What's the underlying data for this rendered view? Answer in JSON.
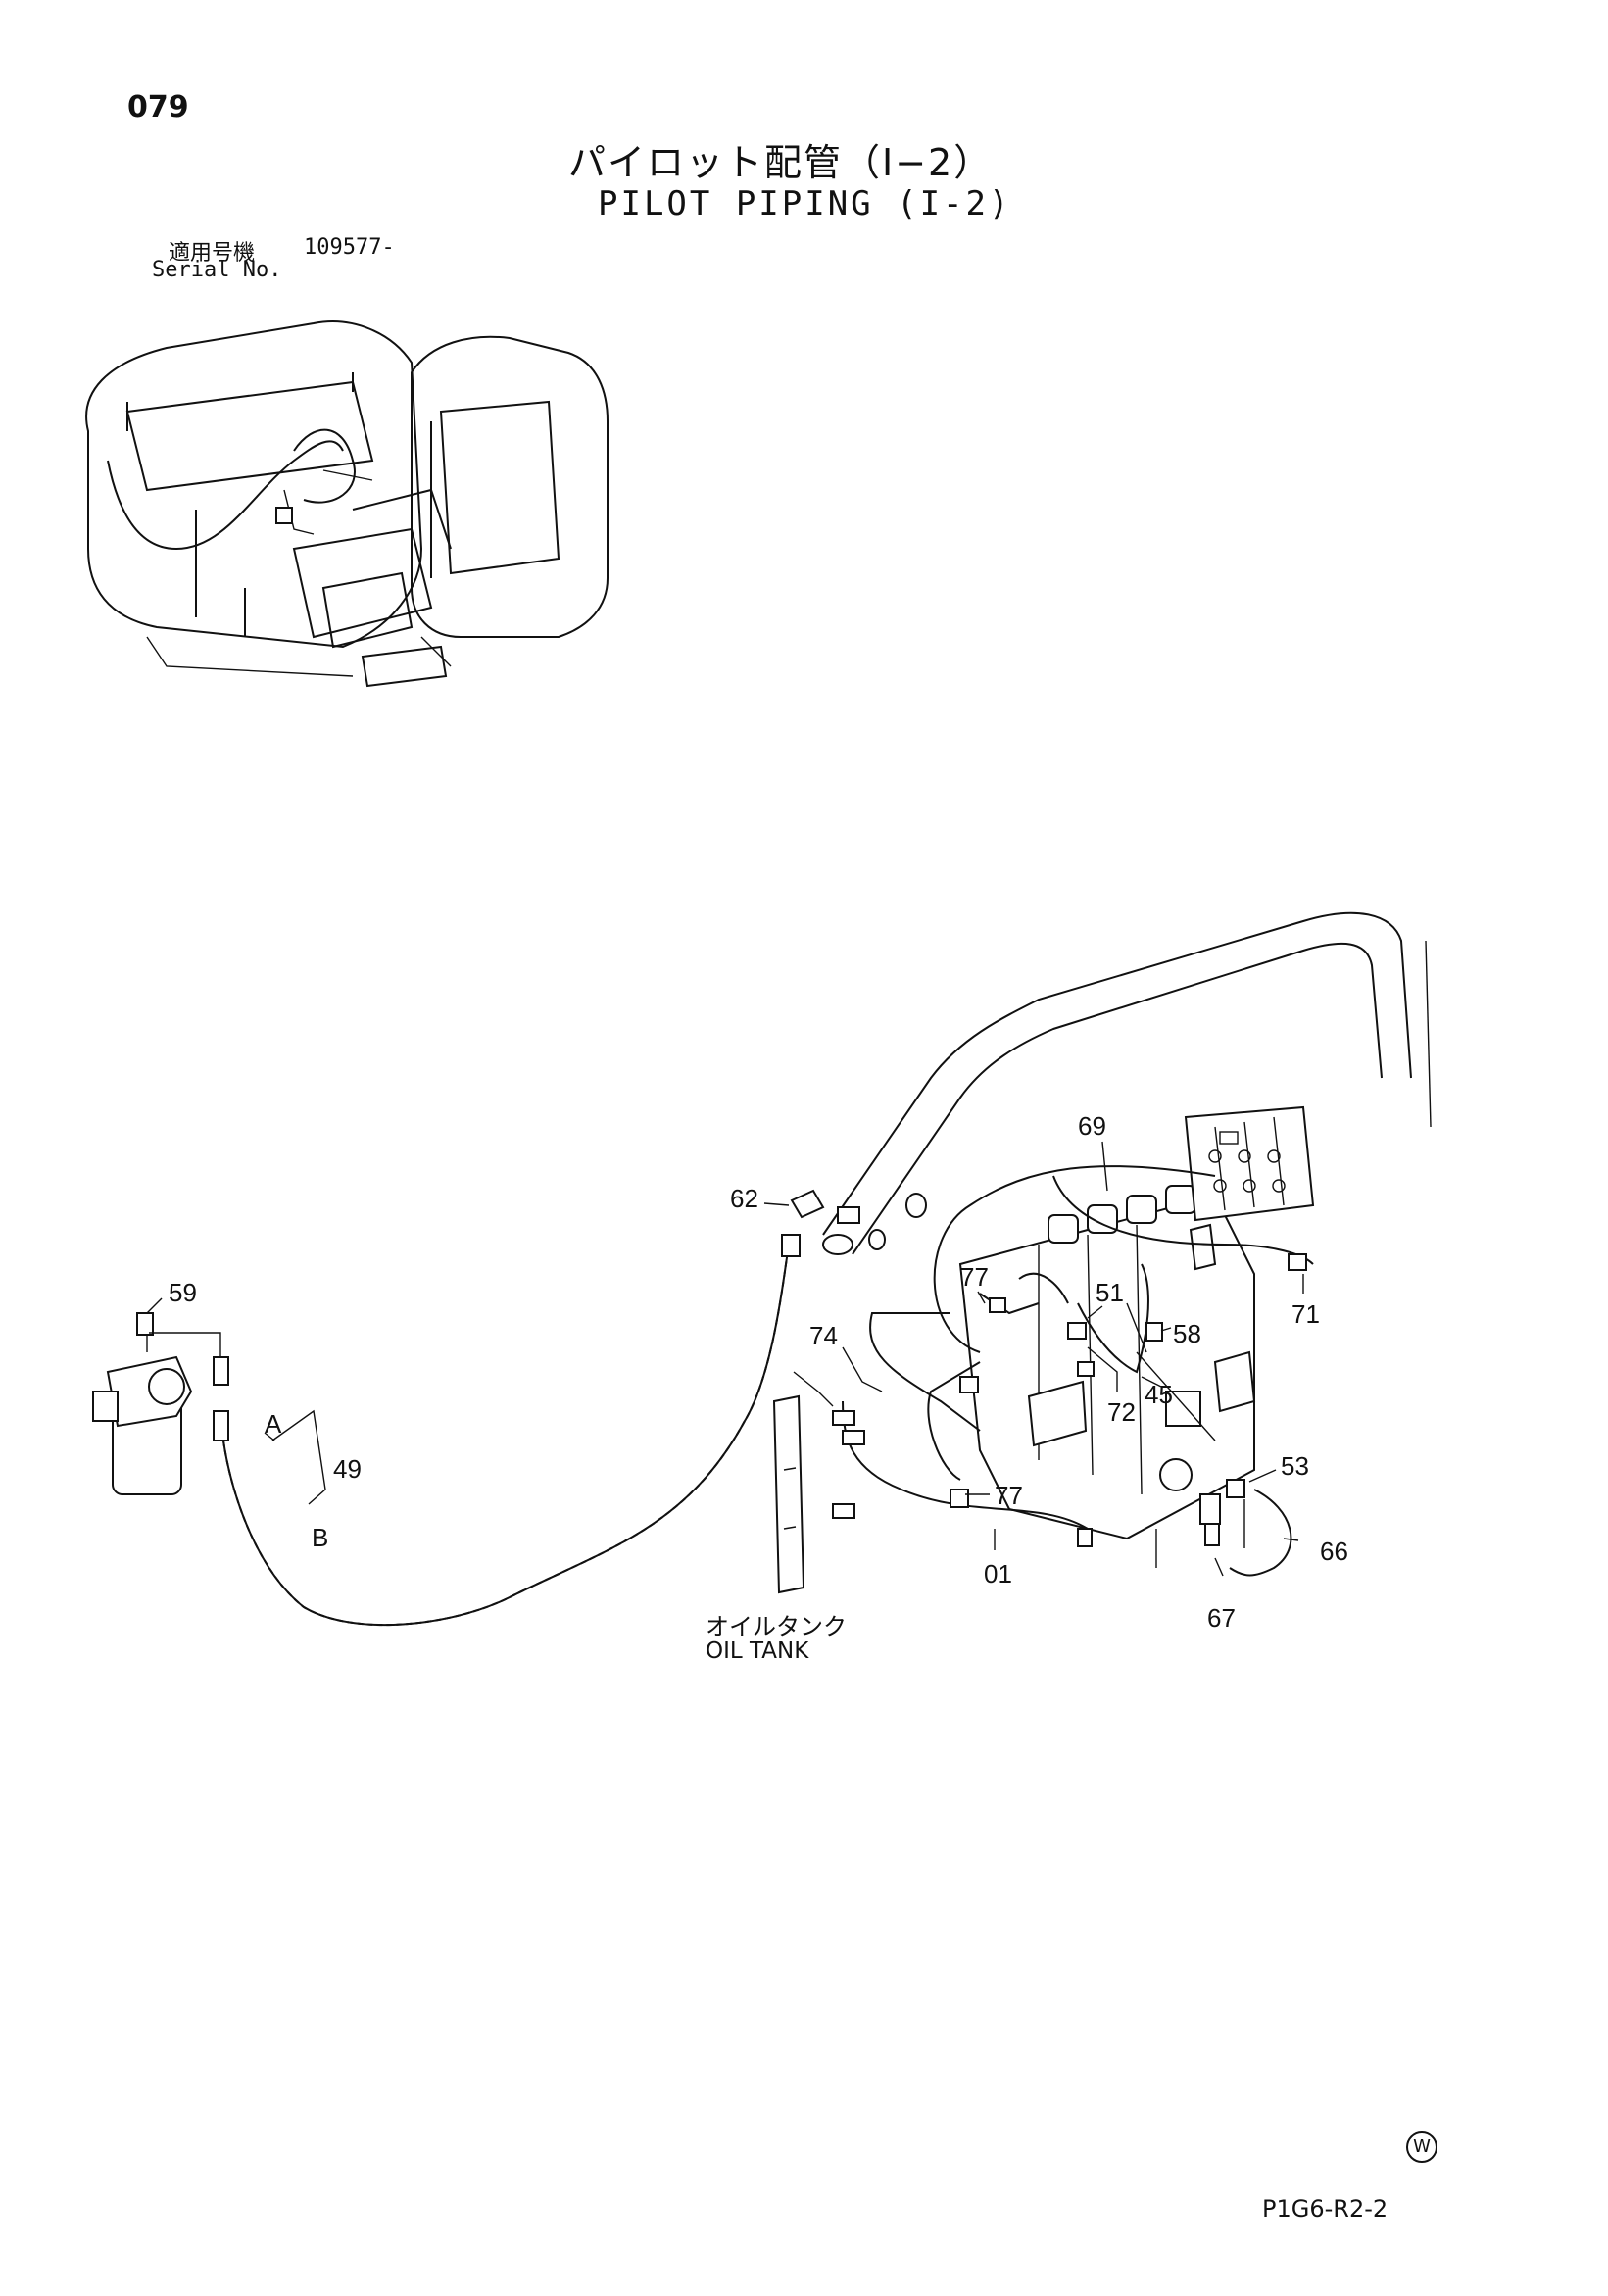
{
  "header": {
    "page_number": "079",
    "title_jp": "パイロット配管（Ⅰ−2）",
    "title_en": "PILOT PIPING (I-2)",
    "serial_label_jp": "適用号機",
    "serial_value": "109577-",
    "serial_label_en": "Serial No."
  },
  "labels": {
    "oil_tank_jp": "オイルタンク",
    "oil_tank_en": "OIL TANK"
  },
  "callouts": {
    "c59": "59",
    "c62": "62",
    "c69": "69",
    "c77a": "77",
    "c51": "51",
    "c58": "58",
    "c71": "71",
    "c74": "74",
    "c45": "45",
    "c72": "72",
    "cA": "A",
    "c49": "49",
    "cB": "B",
    "c77b": "77",
    "c53": "53",
    "c66": "66",
    "c01": "01",
    "c67": "67"
  },
  "footer": {
    "w_mark": "W",
    "doc_code": "P1G6-R2-2"
  }
}
